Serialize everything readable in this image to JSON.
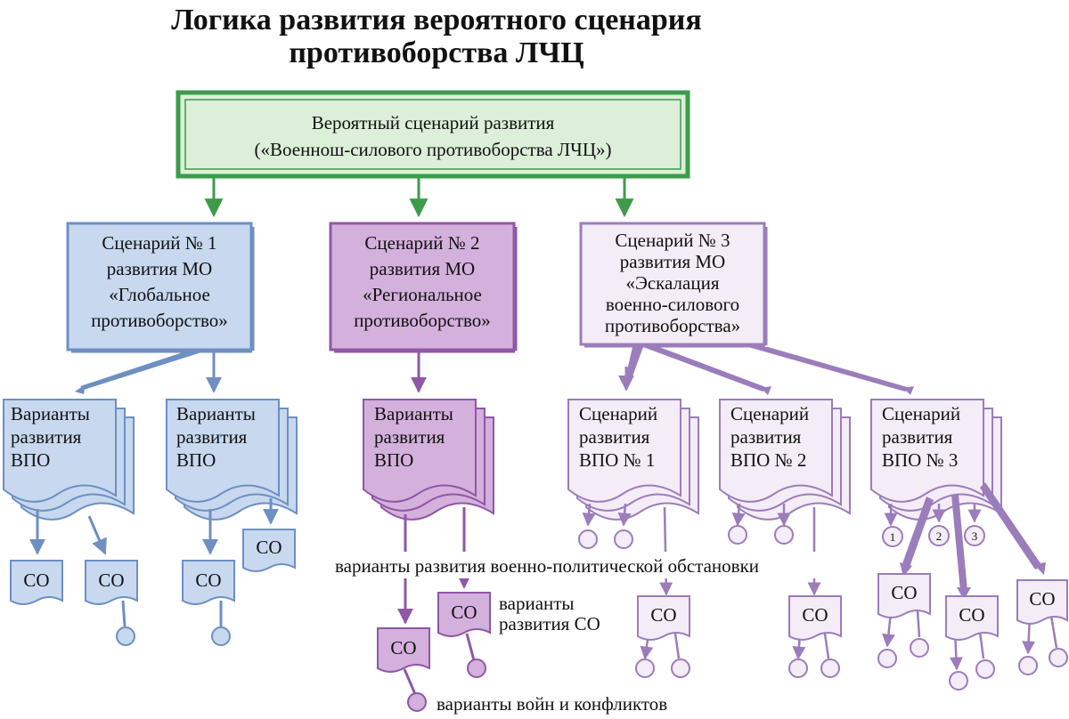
{
  "title": {
    "line1": "Логика развития вероятного сценария",
    "line2": "противоборства ЛЧЦ"
  },
  "root": {
    "line1": "Вероятный сценарий развития",
    "line2": "(«Военнош-силового противоборства ЛЧЦ»)"
  },
  "scenarios": [
    {
      "lines": [
        "Сценарий № 1",
        "развития МО",
        "«Глобальное",
        "противоборство»"
      ]
    },
    {
      "lines": [
        "Сценарий № 2",
        "развития МО",
        "«Региональное",
        "противоборство»"
      ]
    },
    {
      "lines": [
        "Сценарий № 3",
        "развития МО",
        "«Эскалация",
        "военно-силового",
        "противоборства»"
      ]
    }
  ],
  "variants_label": [
    "Варианты",
    "развития",
    "ВПО"
  ],
  "vpo_scenarios": [
    {
      "lines": [
        "Сценарий",
        "развития",
        "ВПО № 1"
      ]
    },
    {
      "lines": [
        "Сценарий",
        "развития",
        "ВПО № 2"
      ]
    },
    {
      "lines": [
        "Сценарий",
        "развития",
        "ВПО № 3"
      ]
    }
  ],
  "co_label": "СО",
  "numbers": [
    "1",
    "2",
    "3"
  ],
  "annotations": {
    "vpo_variants": "варианты развития военно-политической обстановки",
    "co_variants": [
      "варианты",
      "развития СО"
    ],
    "wars": "варианты войн и конфликтов"
  },
  "colors": {
    "green": "#3d9b4a",
    "green_fill": "#dcefd9",
    "blue": "#6e8fc2",
    "blue_fill": "#c7d8ef",
    "purple": "#8f57a6",
    "purple_fill": "#d4b0dc",
    "lilac": "#9b7dbb",
    "lilac_fill": "#f4ecf6"
  }
}
